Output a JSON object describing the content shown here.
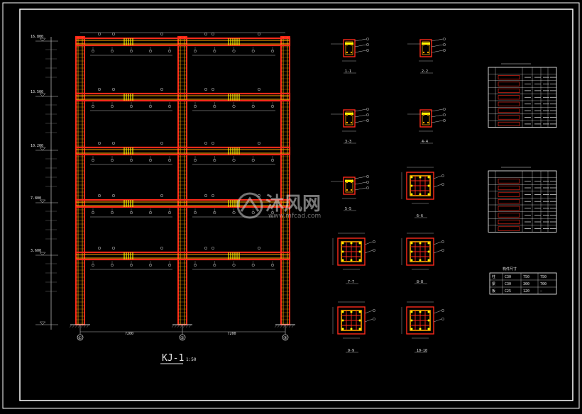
{
  "drawing": {
    "frame_title": "KJ-1",
    "frame_scale": "1:50",
    "level_labels": [
      "16.800",
      "13.500",
      "10.200",
      "7.800",
      "3.600"
    ],
    "axis_labels": [
      "①",
      "②",
      "③"
    ],
    "span_labels": [
      "7200",
      "7200"
    ]
  },
  "sections": [
    {
      "label": "1-1"
    },
    {
      "label": "2-2"
    },
    {
      "label": "3-3"
    },
    {
      "label": "4-4"
    },
    {
      "label": "5-5"
    },
    {
      "label": "6-6"
    },
    {
      "label": "7-7"
    },
    {
      "label": "8-8"
    },
    {
      "label": "9-9"
    },
    {
      "label": "10-10"
    }
  ],
  "table_small_heading": "构件尺寸",
  "table_small_rows": [
    [
      "柱",
      "C30",
      "750",
      "750"
    ],
    [
      "梁",
      "C30",
      "300",
      "700"
    ],
    [
      "板",
      "C25",
      "120",
      "—"
    ]
  ],
  "watermark": {
    "brand": "沐风网",
    "url": "www.mfcad.com"
  },
  "colors": {
    "background": "#000000",
    "frame_line": "#ffffff",
    "concrete_outline": "#ff2a1a",
    "rebar": "#ffa800",
    "highlight": "#ffff00",
    "annotation": "#e8e8e8"
  }
}
